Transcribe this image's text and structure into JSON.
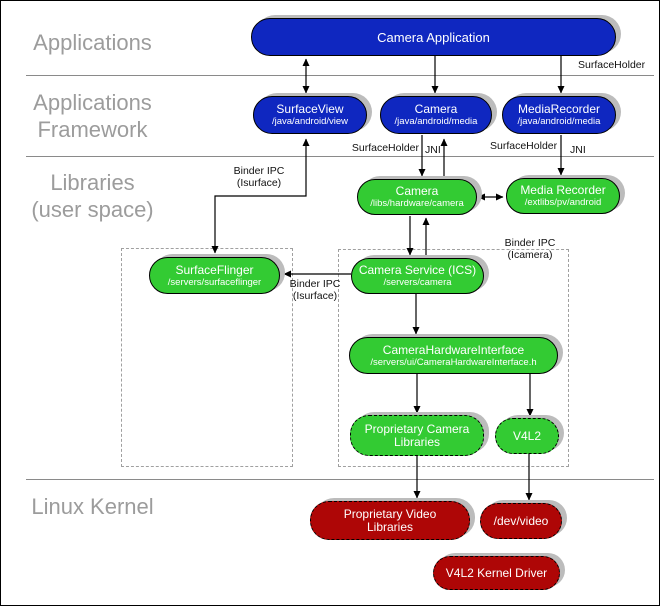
{
  "layers": {
    "applications": "Applications",
    "framework_line1": "Applications",
    "framework_line2": "Framework",
    "libraries_line1": "Libraries",
    "libraries_line2": "(user space)",
    "kernel": "Linux Kernel"
  },
  "nodes": {
    "camera_application": {
      "title": "Camera Application"
    },
    "surface_view": {
      "title": "SurfaceView",
      "path": "/java/android/view"
    },
    "camera_fw": {
      "title": "Camera",
      "path": "/java/android/media"
    },
    "media_recorder_fw": {
      "title": "MediaRecorder",
      "path": "/java/android/media"
    },
    "camera_lib": {
      "title": "Camera",
      "path": "/libs/hardware/camera"
    },
    "media_recorder_lib": {
      "title": "Media Recorder",
      "path": "/extlibs/pv/android"
    },
    "surface_flinger": {
      "title": "SurfaceFlinger",
      "path": "/servers/surfaceflinger"
    },
    "camera_service": {
      "title": "Camera Service (ICS)",
      "path": "/servers/camera"
    },
    "camera_hardware_interface": {
      "title": "CameraHardwareInterface",
      "path": "/servers/ui/CameraHardwareInterface.h"
    },
    "proprietary_camera_libraries": {
      "title": "Proprietary Camera Libraries"
    },
    "v4l2": {
      "title": "V4L2"
    },
    "proprietary_video_libraries": {
      "title": "Proprietary Video Libraries"
    },
    "dev_video": {
      "title": "/dev/video"
    },
    "v4l2_kernel_driver": {
      "title": "V4L2 Kernel Driver"
    }
  },
  "edge_labels": {
    "surfaceholder_top": "SurfaceHolder",
    "surfaceholder_camera": "SurfaceHolder",
    "jni_camera": "JNI",
    "surfaceholder_mr": "SurfaceHolder",
    "jni_mr": "JNI",
    "binder_isurface_top_l1": "Binder IPC",
    "binder_isurface_top_l2": "(Isurface)",
    "binder_isurface_mid_l1": "Binder IPC",
    "binder_isurface_mid_l2": "(Isurface)",
    "binder_icamera_l1": "Binder IPC",
    "binder_icamera_l2": "(Icamera)"
  },
  "colors": {
    "app_blue": "#0f27c0",
    "lib_green": "#33cb33",
    "kernel_red": "#ae0606",
    "shadow": "#bcbcbc",
    "label_gray": "#9c9c9c",
    "line_gray": "#8a8a8a",
    "dash_gray": "#a0a0a0"
  }
}
